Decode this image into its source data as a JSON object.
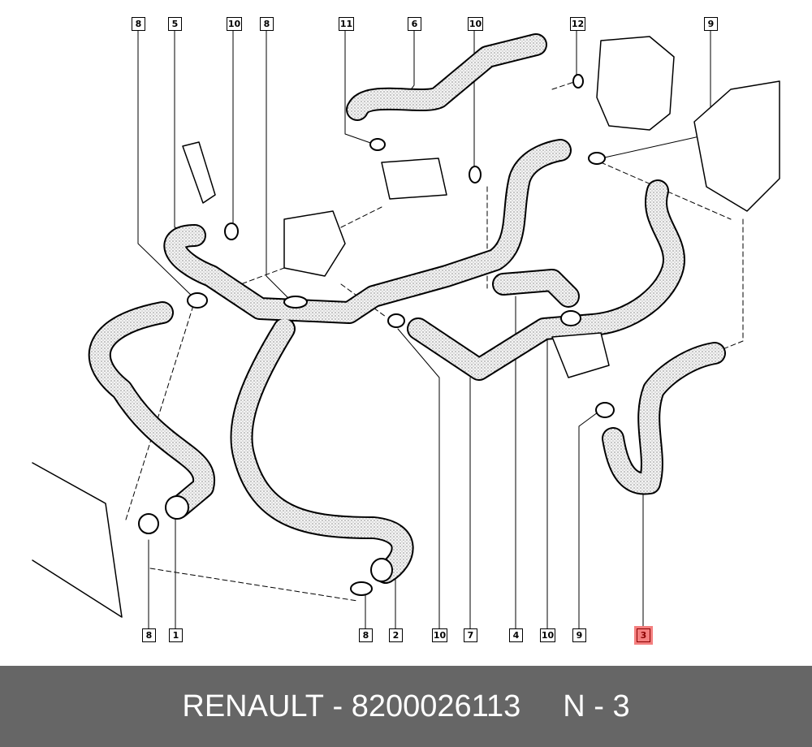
{
  "callouts_top": [
    "8",
    "5",
    "10",
    "8",
    "11",
    "6",
    "10",
    "12",
    "9"
  ],
  "callouts_bottom": [
    "8",
    "1",
    "8",
    "2",
    "10",
    "7",
    "4",
    "10",
    "9",
    "3"
  ],
  "highlighted_part": "3",
  "footer": {
    "brand": "RENAULT",
    "separator": " - ",
    "part_number": "8200026113",
    "position": "N - 3"
  },
  "colors": {
    "highlight": "#f47f7f",
    "footer_bg": "#666666"
  }
}
